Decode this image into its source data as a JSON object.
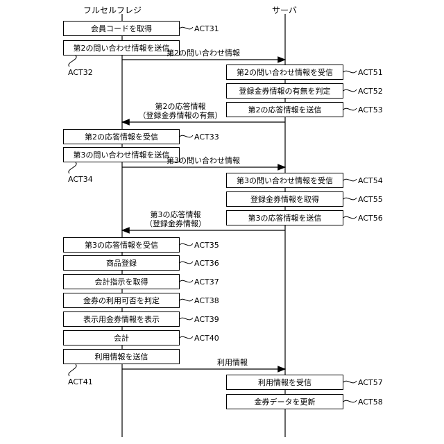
{
  "lifelines": {
    "register": "フルセルフレジ",
    "server": "サーバ"
  },
  "register_steps": [
    {
      "label": "会員コードを取得",
      "act": "ACT31"
    },
    {
      "label": "第2の問い合わせ情報を送信",
      "act": "ACT32"
    },
    {
      "label": "第2の応答情報を受信",
      "act": "ACT33"
    },
    {
      "label": "第3の問い合わせ情報を送信",
      "act": "ACT34"
    },
    {
      "label": "第3の応答情報を受信",
      "act": "ACT35"
    },
    {
      "label": "商品登録",
      "act": "ACT36"
    },
    {
      "label": "会計指示を取得",
      "act": "ACT37"
    },
    {
      "label": "金券の利用可否を判定",
      "act": "ACT38"
    },
    {
      "label": "表示用金券情報を表示",
      "act": "ACT39"
    },
    {
      "label": "会計",
      "act": "ACT40"
    },
    {
      "label": "利用情報を送信",
      "act": "ACT41"
    }
  ],
  "server_steps": [
    {
      "label": "第2の問い合わせ情報を受信",
      "act": "ACT51"
    },
    {
      "label": "登録金券情報の有無を判定",
      "act": "ACT52"
    },
    {
      "label": "第2の応答情報を送信",
      "act": "ACT53"
    },
    {
      "label": "第3の問い合わせ情報を受信",
      "act": "ACT54"
    },
    {
      "label": "登録金券情報を取得",
      "act": "ACT55"
    },
    {
      "label": "第3の応答情報を送信",
      "act": "ACT56"
    },
    {
      "label": "利用情報を受信",
      "act": "ACT57"
    },
    {
      "label": "金券データを更新",
      "act": "ACT58"
    }
  ],
  "messages": [
    {
      "line1": "第2の問い合わせ情報",
      "line2": ""
    },
    {
      "line1": "第2の応答情報",
      "line2": "（登録金券情報の有無）"
    },
    {
      "line1": "第3の問い合わせ情報",
      "line2": ""
    },
    {
      "line1": "第3の応答情報",
      "line2": "（登録金券情報）"
    },
    {
      "line1": "利用情報",
      "line2": ""
    }
  ]
}
